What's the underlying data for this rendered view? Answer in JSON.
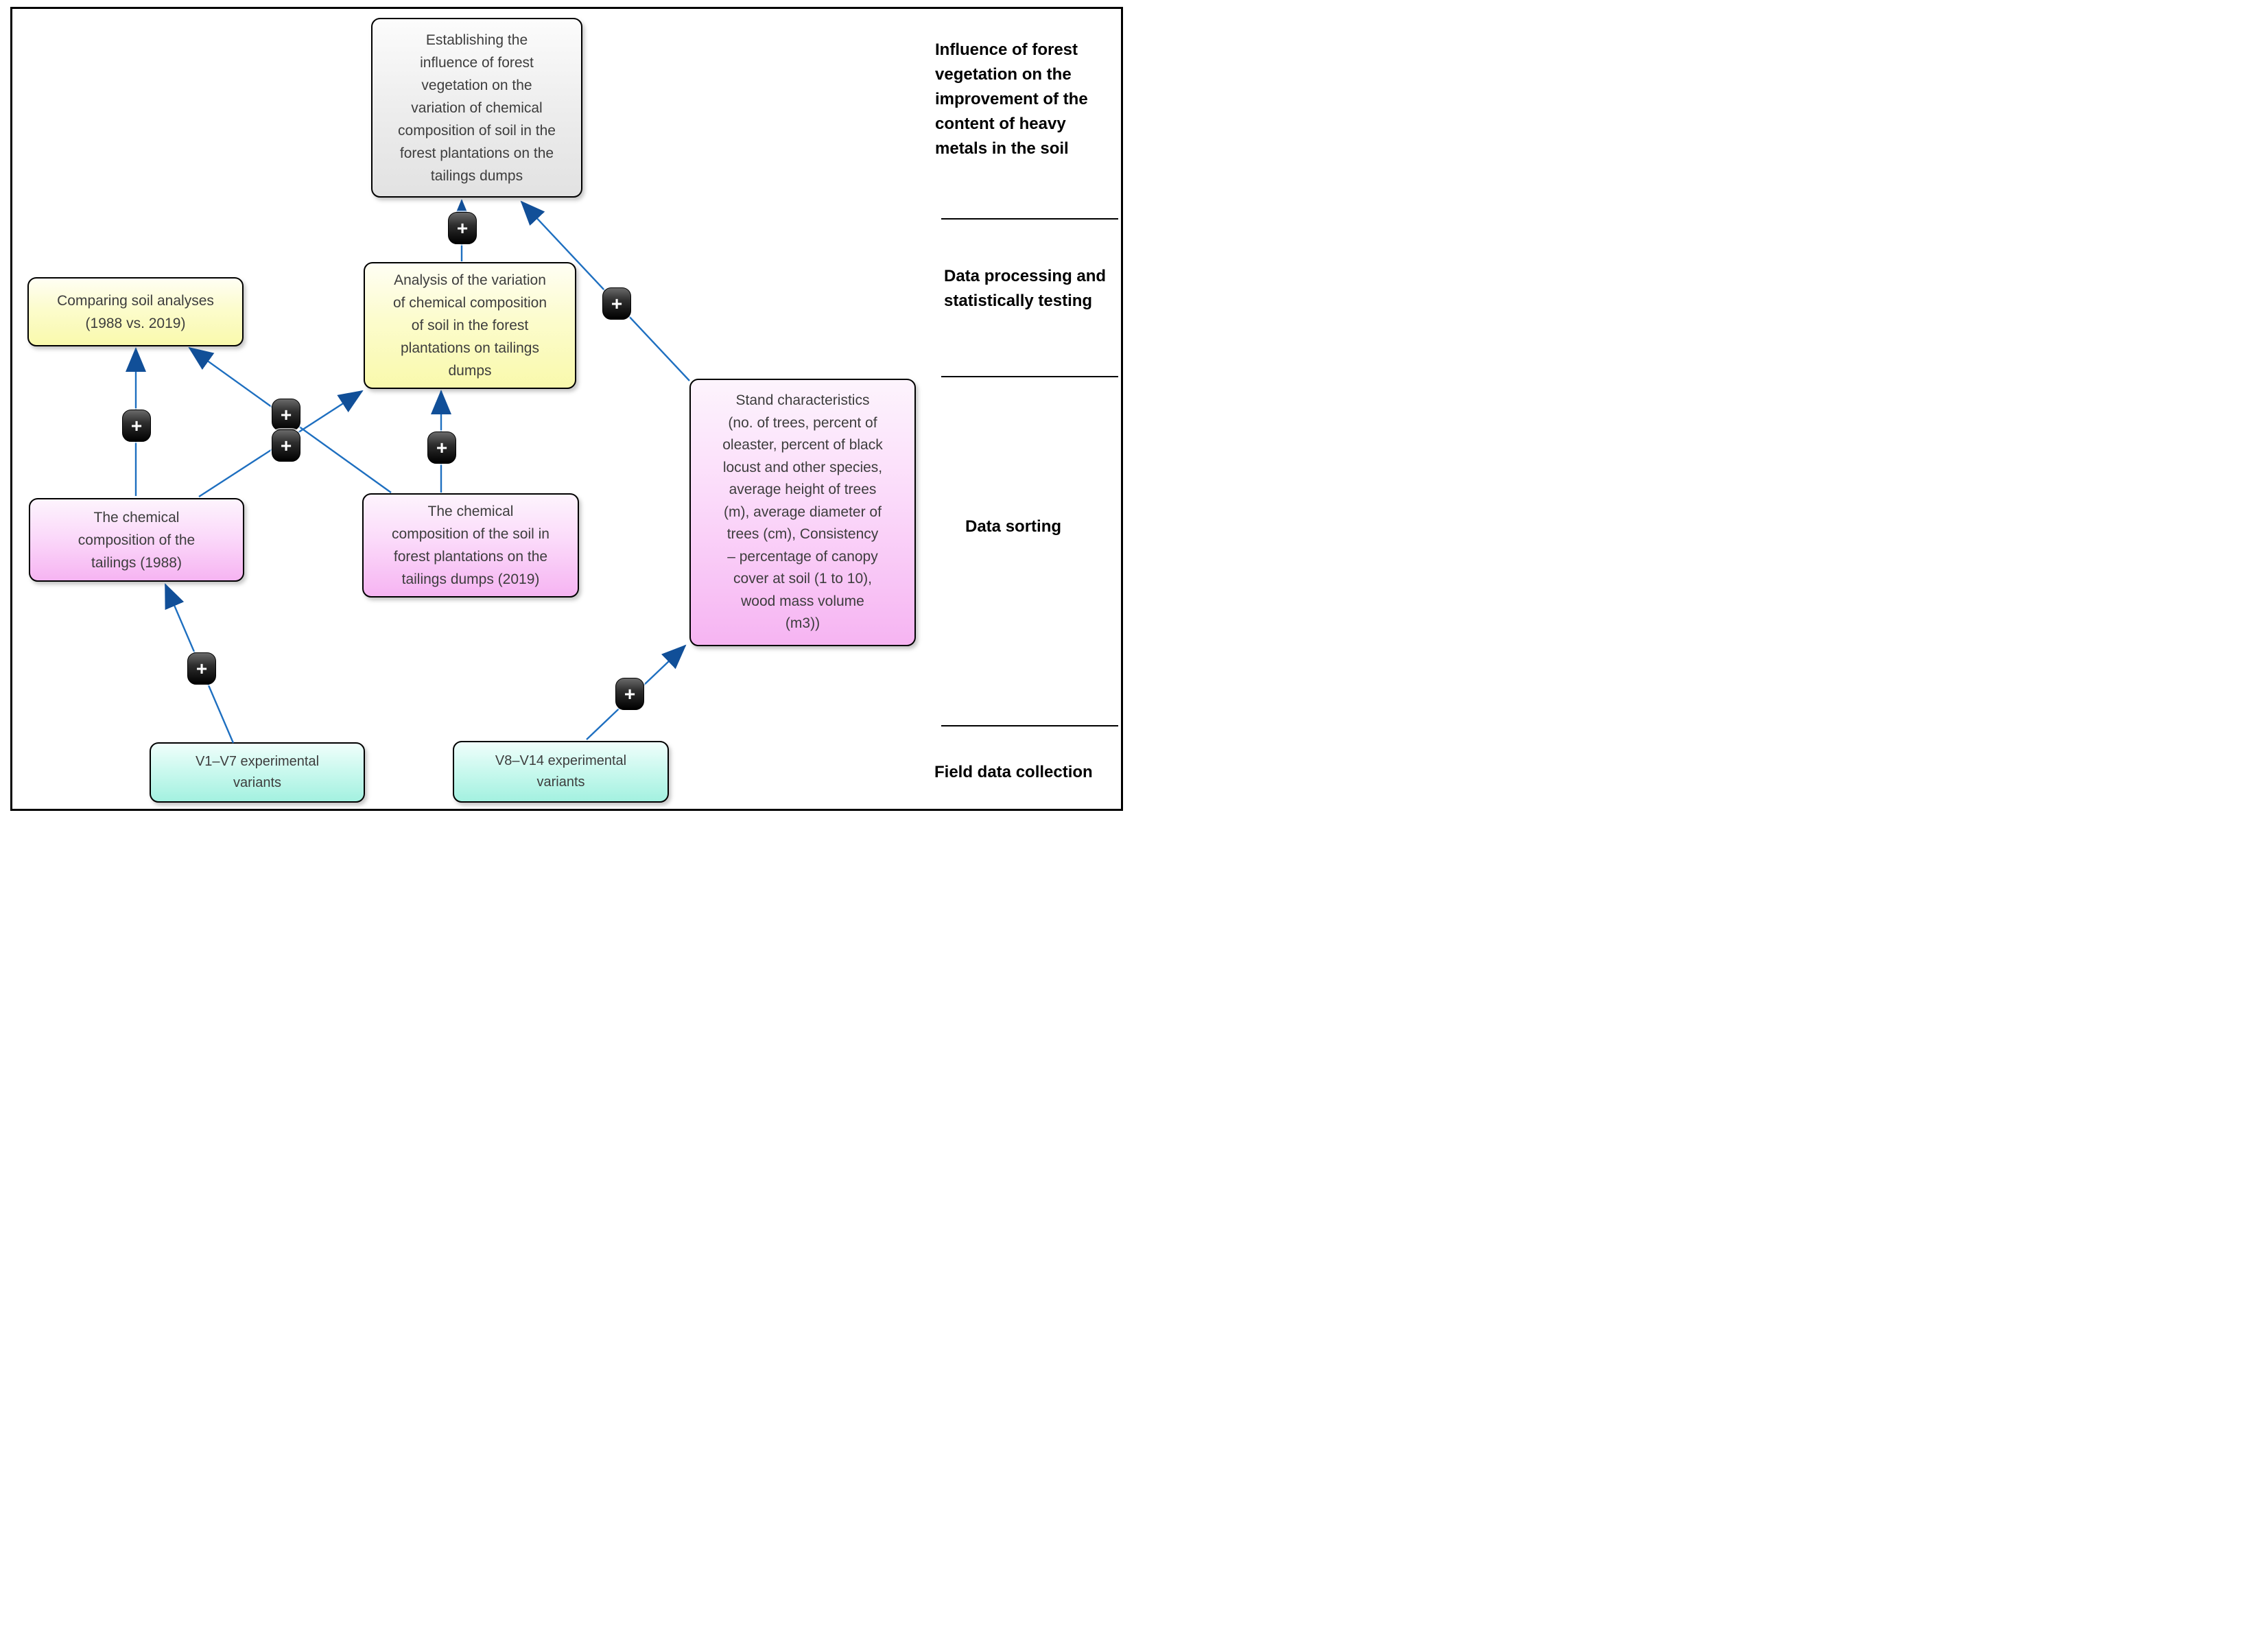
{
  "boxes": {
    "goal": {
      "text": "Establishing the\ninfluence of forest\nvegetation on the\nvariation of chemical\ncomposition of soil in the\nforest plantations on the\ntailings dumps"
    },
    "comparing": {
      "text": "Comparing soil analyses\n(1988 vs. 2019)"
    },
    "analysis": {
      "text": "Analysis of the variation\nof chemical composition\nof soil in the forest\nplantations on tailings\ndumps"
    },
    "tailings1988": {
      "text": "The chemical\ncomposition of the\ntailings (1988)"
    },
    "soil2019": {
      "text": "The chemical\ncomposition of the soil in\nforest plantations on the\ntailings dumps (2019)"
    },
    "stand": {
      "text": "Stand characteristics\n(no. of trees, percent of\noleaster, percent of black\nlocust and other species,\naverage height of trees\n(m), average diameter of\ntrees (cm), Consistency\n– percentage of canopy\ncover at soil (1 to 10),\nwood mass volume\n(m3))"
    },
    "v1v7": {
      "text": "V1–V7 experimental\nvariants"
    },
    "v8v14": {
      "text": "V8–V14 experimental\nvariants"
    }
  },
  "stage_labels": {
    "influence": {
      "text": "Influence of forest\nvegetation on the\nimprovement of the\ncontent of heavy\nmetals in the soil"
    },
    "processing": {
      "text": "Data processing and\nstatistically testing"
    },
    "sorting": {
      "text": "Data sorting"
    },
    "field": {
      "text": "Field data collection"
    }
  },
  "badge": {
    "label": "+"
  },
  "colors": {
    "arrow_line": "#1e6fc0",
    "arrow_head": "#114f98",
    "goal_box": "#e6e6e6",
    "yellow_box": "#f9f9ac",
    "pink_box": "#f6b4f2",
    "cyan_box": "#a3f1e0",
    "badge_bg": "#000000",
    "badge_glyph": "#ffffff",
    "border": "#000000",
    "box_text": "#3d3d3d",
    "label_text": "#000000"
  }
}
